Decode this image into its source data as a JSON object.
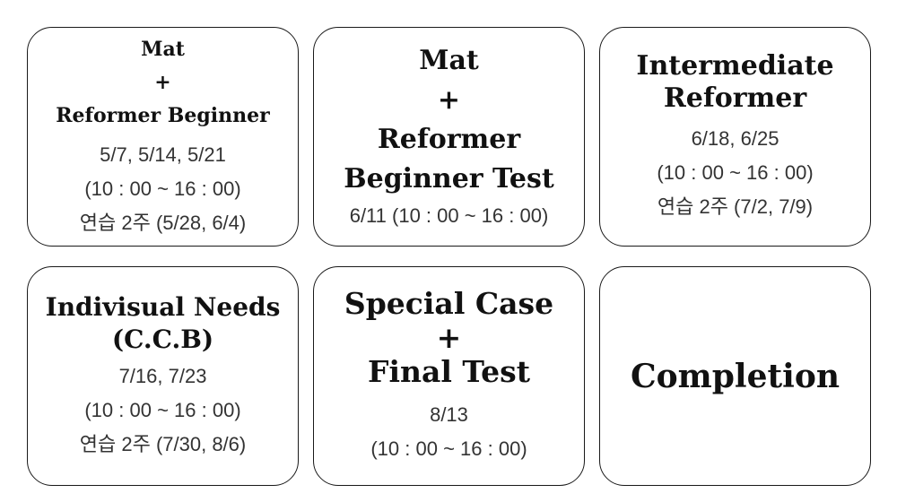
{
  "cards": [
    {
      "title_lines": [
        "Mat",
        "+",
        "Reformer Beginner"
      ],
      "details": [
        "5/7, 5/14, 5/21",
        "(10 : 00 ~ 16 : 00)",
        "연습 2주 (5/28, 6/4)"
      ]
    },
    {
      "title_lines": [
        "Mat",
        "+",
        "Reformer",
        "Beginner Test"
      ],
      "details": [
        "6/11 (10 : 00 ~ 16 : 00)"
      ]
    },
    {
      "title_lines": [
        "Intermediate",
        "Reformer"
      ],
      "details": [
        "6/18, 6/25",
        "(10 : 00 ~ 16 : 00)",
        "연습 2주 (7/2, 7/9)"
      ]
    },
    {
      "title_lines": [
        "Indivisual Needs",
        "(C.C.B)"
      ],
      "details": [
        "7/16, 7/23",
        "(10 : 00 ~ 16 : 00)",
        "연습 2주 (7/30, 8/6)"
      ]
    },
    {
      "title_lines": [
        "Special Case",
        "+",
        "Final Test"
      ],
      "details": [
        "8/13",
        "(10 : 00 ~ 16 : 00)"
      ]
    },
    {
      "title_lines": [
        "Completion"
      ],
      "details": []
    }
  ]
}
